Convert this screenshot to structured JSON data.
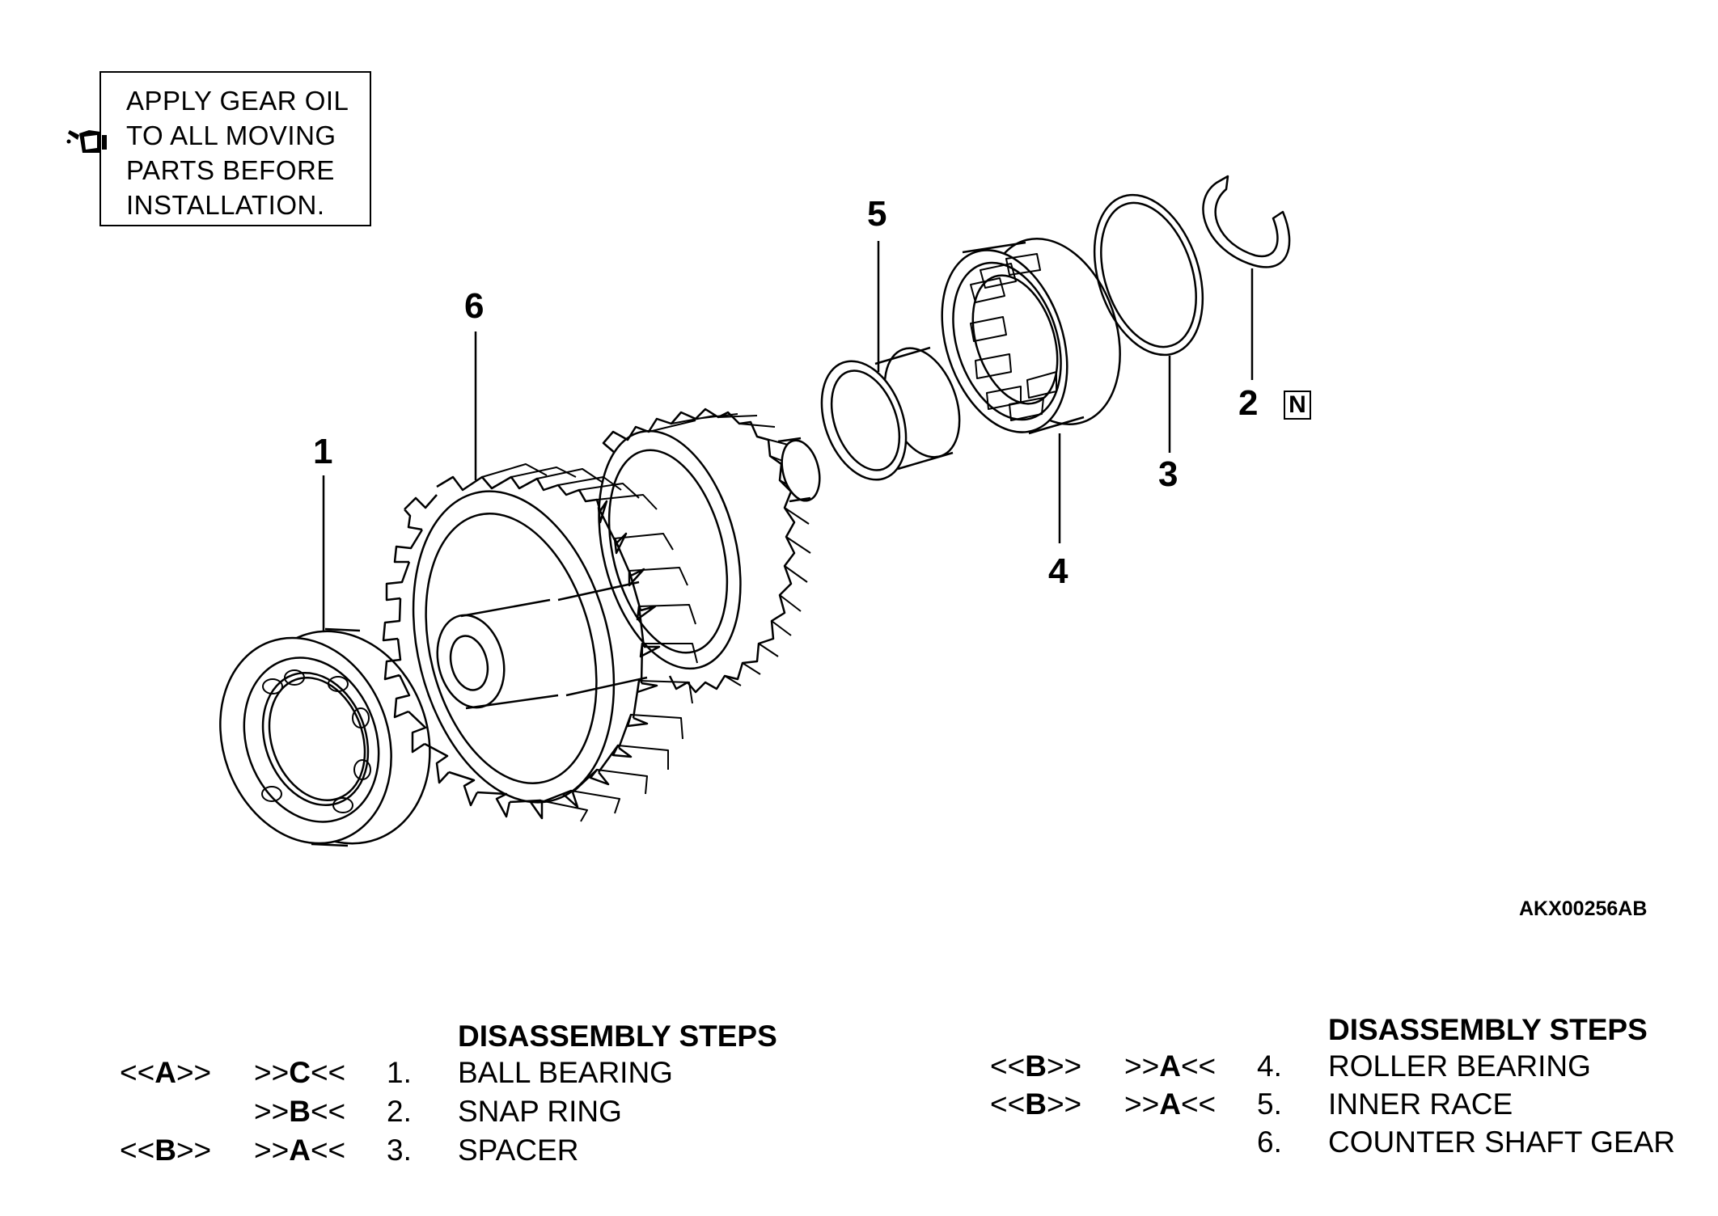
{
  "note": {
    "lines": [
      "APPLY GEAR OIL",
      "TO ALL MOVING",
      "PARTS BEFORE",
      "INSTALLATION."
    ],
    "icon": "oil-can-icon"
  },
  "callouts": [
    "1",
    "2",
    "3",
    "4",
    "5",
    "6"
  ],
  "new_part_badge": "N",
  "figure_id": "AKX00256AB",
  "steps_left": {
    "title": "DISASSEMBLY STEPS",
    "rows": [
      {
        "removal_pre": "<<",
        "removal_letter": "A",
        "removal_post": ">>",
        "install_pre": ">>",
        "install_letter": "C",
        "install_post": "<<",
        "num": "1.",
        "name": "BALL BEARING"
      },
      {
        "removal_pre": "",
        "removal_letter": "",
        "removal_post": "",
        "install_pre": ">>",
        "install_letter": "B",
        "install_post": "<<",
        "num": "2.",
        "name": "SNAP RING"
      },
      {
        "removal_pre": "<<",
        "removal_letter": "B",
        "removal_post": ">>",
        "install_pre": ">>",
        "install_letter": "A",
        "install_post": "<<",
        "num": "3.",
        "name": "SPACER"
      }
    ]
  },
  "steps_right": {
    "title": "DISASSEMBLY STEPS",
    "rows": [
      {
        "removal_pre": "<<",
        "removal_letter": "B",
        "removal_post": ">>",
        "install_pre": ">>",
        "install_letter": "A",
        "install_post": "<<",
        "num": "4.",
        "name": "ROLLER BEARING"
      },
      {
        "removal_pre": "<<",
        "removal_letter": "B",
        "removal_post": ">>",
        "install_pre": ">>",
        "install_letter": "A",
        "install_post": "<<",
        "num": "5.",
        "name": "INNER RACE"
      },
      {
        "removal_pre": "",
        "removal_letter": "",
        "removal_post": "",
        "install_pre": "",
        "install_letter": "",
        "install_post": "",
        "num": "6.",
        "name": "COUNTER SHAFT GEAR"
      }
    ]
  }
}
